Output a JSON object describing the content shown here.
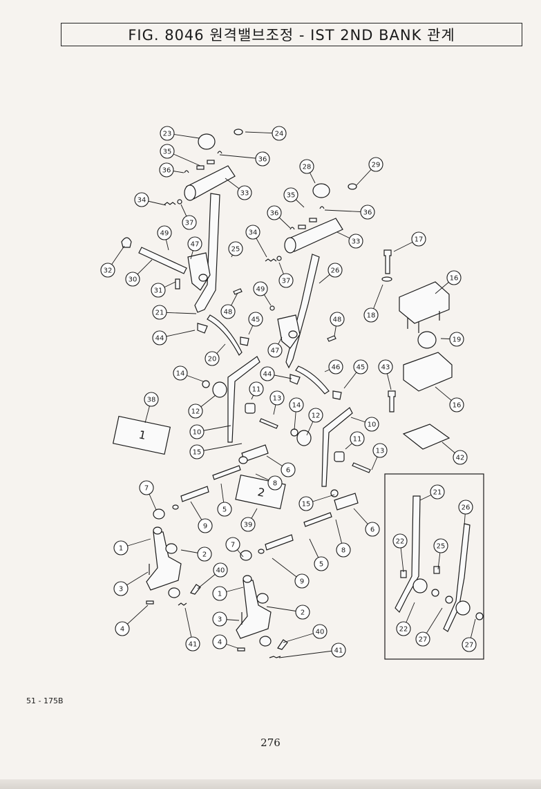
{
  "header": {
    "title": "FIG. 8046 원격밸브조정 - IST 2ND BANK 관계"
  },
  "callouts": [
    {
      "id": "c23",
      "label": "23"
    },
    {
      "id": "c24",
      "label": "24"
    },
    {
      "id": "c35a",
      "label": "35"
    },
    {
      "id": "c36a",
      "label": "36"
    },
    {
      "id": "c36b",
      "label": "36"
    },
    {
      "id": "c28",
      "label": "28"
    },
    {
      "id": "c29",
      "label": "29"
    },
    {
      "id": "c33a",
      "label": "33"
    },
    {
      "id": "c34a",
      "label": "34"
    },
    {
      "id": "c35b",
      "label": "35"
    },
    {
      "id": "c36c",
      "label": "36"
    },
    {
      "id": "c36d",
      "label": "36"
    },
    {
      "id": "c37a",
      "label": "37"
    },
    {
      "id": "c49a",
      "label": "49"
    },
    {
      "id": "c47a",
      "label": "47"
    },
    {
      "id": "c34b",
      "label": "34"
    },
    {
      "id": "c33b",
      "label": "33"
    },
    {
      "id": "c17",
      "label": "17"
    },
    {
      "id": "c25a",
      "label": "25"
    },
    {
      "id": "c32",
      "label": "32"
    },
    {
      "id": "c30",
      "label": "30"
    },
    {
      "id": "c37b",
      "label": "37"
    },
    {
      "id": "c26a",
      "label": "26"
    },
    {
      "id": "c16a",
      "label": "16"
    },
    {
      "id": "c31",
      "label": "31"
    },
    {
      "id": "c48a",
      "label": "48"
    },
    {
      "id": "c49b",
      "label": "49"
    },
    {
      "id": "c18",
      "label": "18"
    },
    {
      "id": "c21a",
      "label": "21"
    },
    {
      "id": "c45a",
      "label": "45"
    },
    {
      "id": "c48b",
      "label": "48"
    },
    {
      "id": "c44a",
      "label": "44"
    },
    {
      "id": "c47b",
      "label": "47"
    },
    {
      "id": "c19",
      "label": "19"
    },
    {
      "id": "c20",
      "label": "20"
    },
    {
      "id": "c14a",
      "label": "14"
    },
    {
      "id": "c44b",
      "label": "44"
    },
    {
      "id": "c46",
      "label": "46"
    },
    {
      "id": "c45b",
      "label": "45"
    },
    {
      "id": "c43",
      "label": "43"
    },
    {
      "id": "c11a",
      "label": "11"
    },
    {
      "id": "c38",
      "label": "38"
    },
    {
      "id": "c13a",
      "label": "13"
    },
    {
      "id": "c14b",
      "label": "14"
    },
    {
      "id": "c16b",
      "label": "16"
    },
    {
      "id": "c12a",
      "label": "12"
    },
    {
      "id": "c12b",
      "label": "12"
    },
    {
      "id": "c10a",
      "label": "10"
    },
    {
      "id": "c10b",
      "label": "10"
    },
    {
      "id": "c11b",
      "label": "11"
    },
    {
      "id": "c15a",
      "label": "15"
    },
    {
      "id": "c13b",
      "label": "13"
    },
    {
      "id": "c42",
      "label": "42"
    },
    {
      "id": "c6a",
      "label": "6"
    },
    {
      "id": "c8a",
      "label": "8"
    },
    {
      "id": "c7a",
      "label": "7"
    },
    {
      "id": "c5a",
      "label": "5"
    },
    {
      "id": "c21b",
      "label": "21"
    },
    {
      "id": "c9a",
      "label": "9"
    },
    {
      "id": "c39",
      "label": "39"
    },
    {
      "id": "c15b",
      "label": "15"
    },
    {
      "id": "c6b",
      "label": "6"
    },
    {
      "id": "c26b",
      "label": "26"
    },
    {
      "id": "c1a",
      "label": "1"
    },
    {
      "id": "c2a",
      "label": "2"
    },
    {
      "id": "c7b",
      "label": "7"
    },
    {
      "id": "c8b",
      "label": "8"
    },
    {
      "id": "c22a",
      "label": "22"
    },
    {
      "id": "c25b",
      "label": "25"
    },
    {
      "id": "c5b",
      "label": "5"
    },
    {
      "id": "c40a",
      "label": "40"
    },
    {
      "id": "c3a",
      "label": "3"
    },
    {
      "id": "c9b",
      "label": "9"
    },
    {
      "id": "c1b",
      "label": "1"
    },
    {
      "id": "c4a",
      "label": "4"
    },
    {
      "id": "c41a",
      "label": "41"
    },
    {
      "id": "c3b",
      "label": "3"
    },
    {
      "id": "c2b",
      "label": "2"
    },
    {
      "id": "c22b",
      "label": "22"
    },
    {
      "id": "c27a",
      "label": "27"
    },
    {
      "id": "c27b",
      "label": "27"
    },
    {
      "id": "c40b",
      "label": "40"
    },
    {
      "id": "c4b",
      "label": "4"
    },
    {
      "id": "c41b",
      "label": "41"
    }
  ],
  "plates": [
    {
      "id": "plate1",
      "label": "1"
    },
    {
      "id": "plate2",
      "label": "2"
    }
  ],
  "footer": {
    "code": "51 - 175B",
    "page_number": "276"
  }
}
